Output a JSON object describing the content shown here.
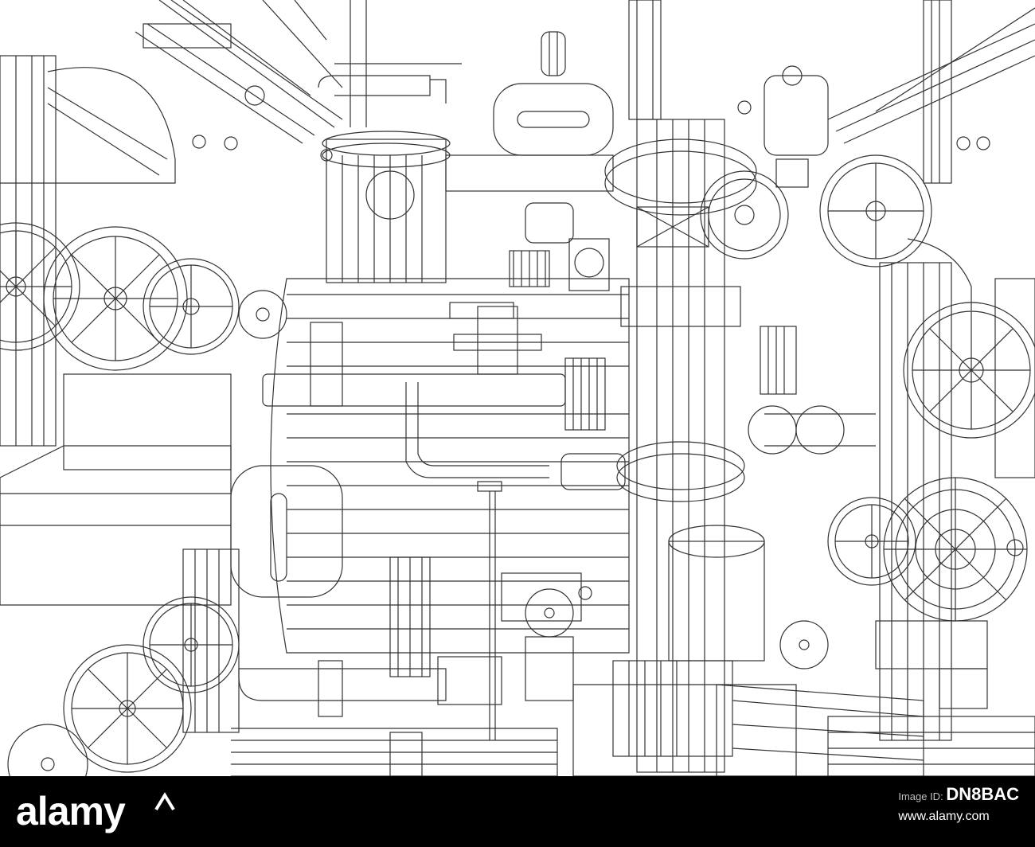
{
  "footer": {
    "logo_text": "alamy",
    "image_id_label": "Image ID:",
    "image_id_value": "DN8BAC",
    "url": "www.alamy.com"
  },
  "colors": {
    "footer_background": "#000000",
    "footer_text": "#ffffff",
    "line_art": "#333333",
    "canvas": "#ffffff"
  }
}
